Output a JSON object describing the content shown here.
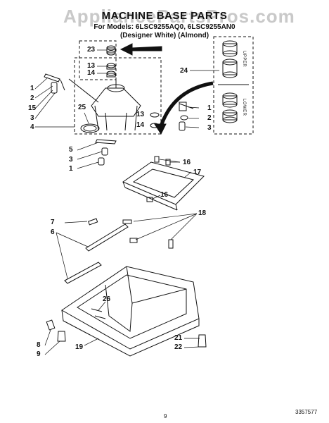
{
  "header": {
    "watermark": "AppliancePartsPros.com",
    "title": "MACHINE BASE PARTS",
    "models": "For Models: 6LSC9255AQ0, 6LSC9255AN0",
    "variants": "(Designer White)  (Almond)"
  },
  "callouts": {
    "n1": "1",
    "n2": "2",
    "n3": "3",
    "n4": "4",
    "n5": "5",
    "n6": "6",
    "n7": "7",
    "n8": "8",
    "n9": "9",
    "n13": "13",
    "n14": "14",
    "n15": "15",
    "n16": "16",
    "n17": "17",
    "n18": "18",
    "n19": "19",
    "n21": "21",
    "n22": "22",
    "n23": "23",
    "n24": "24",
    "n25": "25",
    "n26": "26"
  },
  "bearing_labels": {
    "upper": "UPPER",
    "lower": "LOWER"
  },
  "footer": {
    "page_number": "9",
    "document_number": "3357577"
  },
  "colors": {
    "line": "#111111",
    "watermark": "#c9c9c9",
    "background": "#ffffff"
  }
}
